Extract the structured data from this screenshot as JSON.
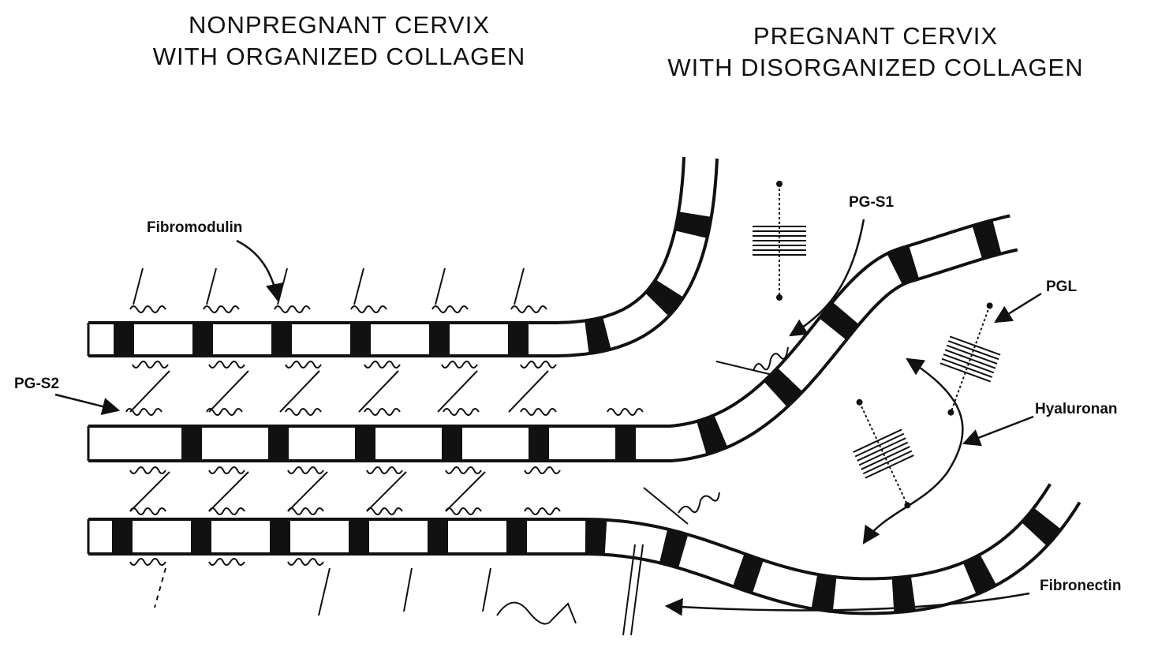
{
  "headings": {
    "left": [
      "NONPREGNANT CERVIX",
      "WITH ORGANIZED COLLAGEN"
    ],
    "right": [
      "PREGNANT CERVIX",
      "WITH DISORGANIZED COLLAGEN"
    ]
  },
  "labels": {
    "fibromodulin": "Fibromodulin",
    "pg_s2": "PG-S2",
    "pg_s1": "PG-S1",
    "pgl": "PGL",
    "hyaluronan": "Hyaluronan",
    "fibronectin": "Fibronectin"
  },
  "colors": {
    "ink": "#111111",
    "background": "#ffffff"
  }
}
